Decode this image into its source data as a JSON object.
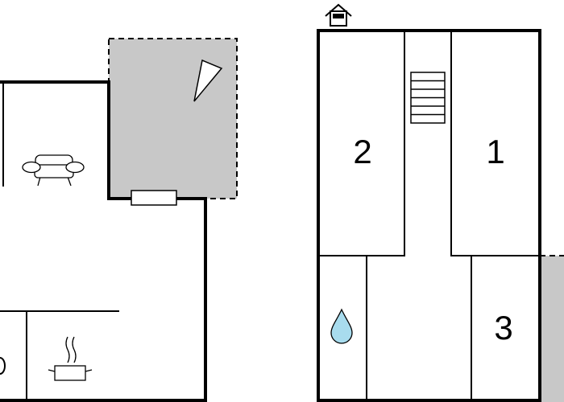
{
  "floor_plan": {
    "rooms": [
      {
        "id": "bedroom-2",
        "label": "2"
      },
      {
        "id": "bedroom-1",
        "label": "1"
      },
      {
        "id": "bedroom-3",
        "label": "3"
      }
    ],
    "icons": {
      "terrace": "terrace-icon",
      "sun_direction": "sun-triangle-icon",
      "sofa": "sofa-icon",
      "cooking_pot": "cooking-pot-icon",
      "water_drop": "water-drop-icon",
      "staircase": "staircase-icon",
      "entrance": "entrance-house-icon"
    },
    "colors": {
      "wall": "#000000",
      "terrace_fill": "#c8c8c8",
      "water": "#a8dcee",
      "background": "#ffffff"
    }
  }
}
